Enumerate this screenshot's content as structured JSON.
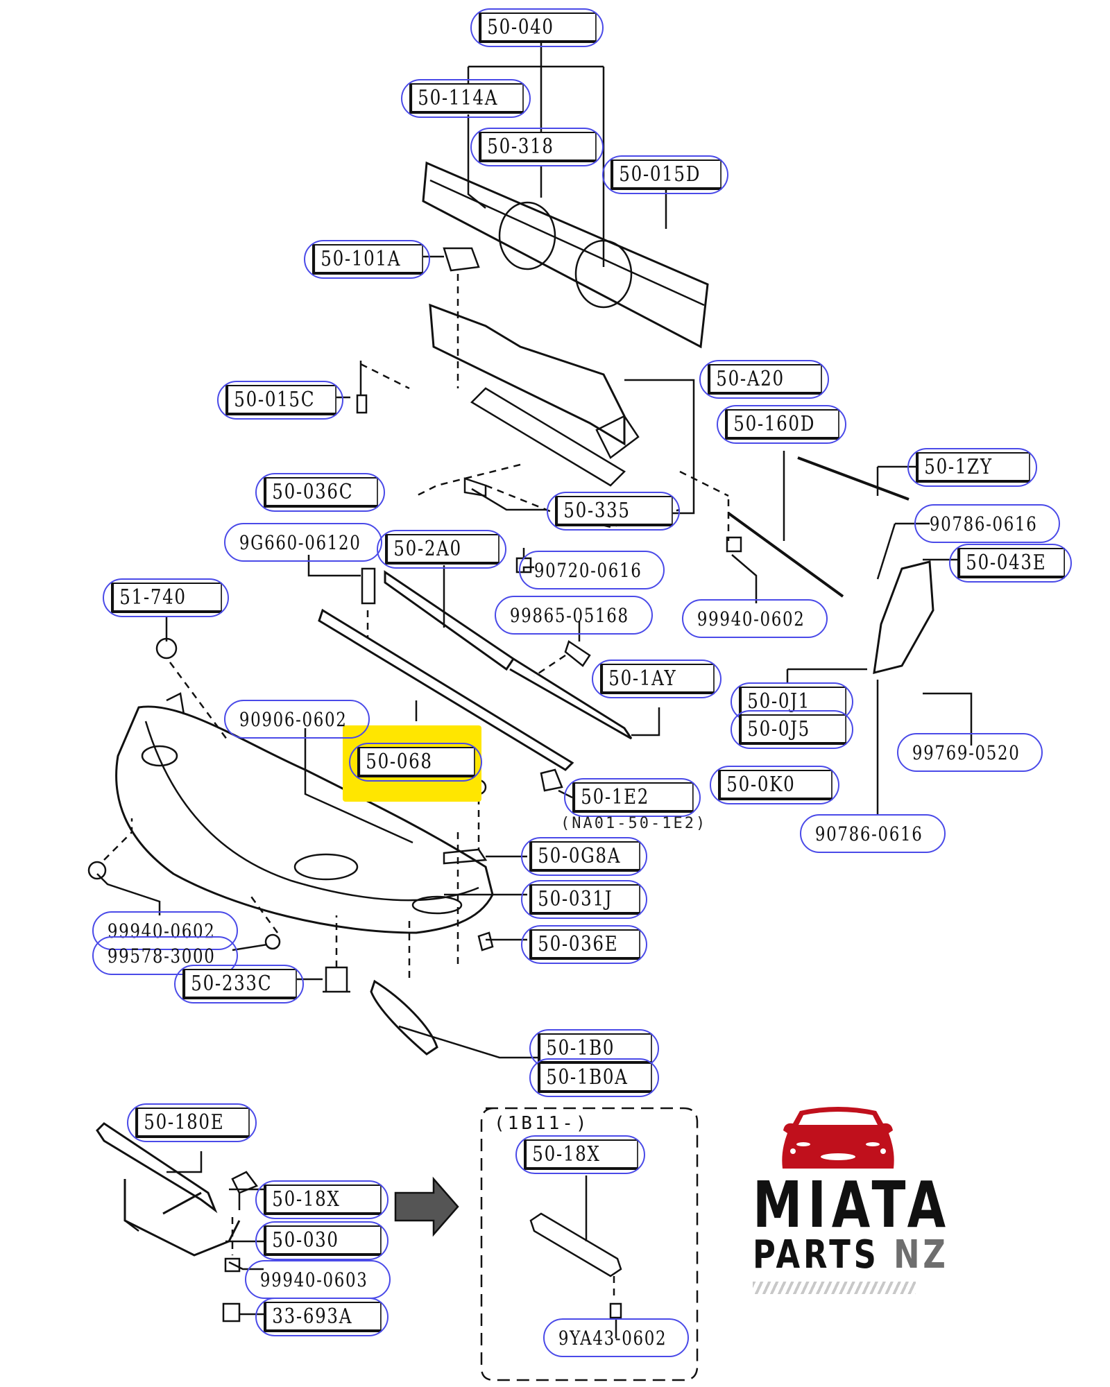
{
  "diagram": {
    "title": "Front bumper parts diagram",
    "highlighted_part": "50-068",
    "highlight_color": "#ffe600",
    "ring_color": "#4a4ae8",
    "labels": [
      {
        "id": "p01",
        "text": "50-040",
        "style": "boxed"
      },
      {
        "id": "p02",
        "text": "50-114A",
        "style": "boxed"
      },
      {
        "id": "p03",
        "text": "50-318",
        "style": "boxed"
      },
      {
        "id": "p04",
        "text": "50-015D",
        "style": "boxed"
      },
      {
        "id": "p05",
        "text": "50-101A",
        "style": "boxed"
      },
      {
        "id": "p06",
        "text": "50-015C",
        "style": "boxed"
      },
      {
        "id": "p07",
        "text": "50-A20",
        "style": "boxed"
      },
      {
        "id": "p08",
        "text": "50-160D",
        "style": "boxed"
      },
      {
        "id": "p09",
        "text": "50-1ZY",
        "style": "boxed"
      },
      {
        "id": "p10",
        "text": "50-036C",
        "style": "boxed"
      },
      {
        "id": "p11",
        "text": "50-335",
        "style": "boxed"
      },
      {
        "id": "p12",
        "text": "90786-0616",
        "style": "plain"
      },
      {
        "id": "p13",
        "text": "9G660-06120",
        "style": "plain"
      },
      {
        "id": "p14",
        "text": "50-2A0",
        "style": "boxed"
      },
      {
        "id": "p15",
        "text": "90720-0616",
        "style": "plain"
      },
      {
        "id": "p16",
        "text": "50-043E",
        "style": "boxed"
      },
      {
        "id": "p17",
        "text": "51-740",
        "style": "boxed"
      },
      {
        "id": "p18",
        "text": "99865-05168",
        "style": "plain"
      },
      {
        "id": "p19",
        "text": "99940-0602",
        "style": "plain"
      },
      {
        "id": "p20",
        "text": "50-1AY",
        "style": "boxed"
      },
      {
        "id": "p21",
        "text": "50-0J1",
        "style": "boxed"
      },
      {
        "id": "p22",
        "text": "50-0J5",
        "style": "boxed"
      },
      {
        "id": "p23",
        "text": "90906-0602",
        "style": "plain"
      },
      {
        "id": "p24",
        "text": "50-068",
        "style": "boxed"
      },
      {
        "id": "p25",
        "text": "99769-0520",
        "style": "plain"
      },
      {
        "id": "p26",
        "text": "50-0K0",
        "style": "boxed"
      },
      {
        "id": "p27",
        "text": "50-1E2",
        "style": "boxed"
      },
      {
        "id": "p28",
        "text": "90786-0616",
        "style": "plain"
      },
      {
        "id": "p29",
        "text": "50-0G8A",
        "style": "boxed"
      },
      {
        "id": "p30",
        "text": "50-031J",
        "style": "boxed"
      },
      {
        "id": "p31",
        "text": "99940-0602",
        "style": "plain"
      },
      {
        "id": "p32",
        "text": "99578-3000",
        "style": "plain"
      },
      {
        "id": "p33",
        "text": "50-036E",
        "style": "boxed"
      },
      {
        "id": "p34",
        "text": "50-233C",
        "style": "boxed"
      },
      {
        "id": "p35",
        "text": "50-1B0",
        "style": "boxed"
      },
      {
        "id": "p36",
        "text": "50-1B0A",
        "style": "boxed"
      },
      {
        "id": "p37",
        "text": "50-180E",
        "style": "boxed"
      },
      {
        "id": "p38",
        "text": "50-18X",
        "style": "boxed"
      },
      {
        "id": "p39",
        "text": "50-030",
        "style": "boxed"
      },
      {
        "id": "p40",
        "text": "99940-0603",
        "style": "plain"
      },
      {
        "id": "p41",
        "text": "33-693A",
        "style": "boxed"
      },
      {
        "id": "p42",
        "text": "50-18X",
        "style": "boxed"
      },
      {
        "id": "p43",
        "text": "9YA43-0602",
        "style": "plain"
      }
    ],
    "notes": {
      "part_note": "(NA01-50-1E2)",
      "group_title": "(1B11-)"
    }
  },
  "logo": {
    "line1": "MIATA",
    "line2a": "PARTS",
    "line2b": "NZ",
    "car_color": "#c0101c",
    "text_color": "#111111",
    "nz_color": "#6e6e6e"
  }
}
